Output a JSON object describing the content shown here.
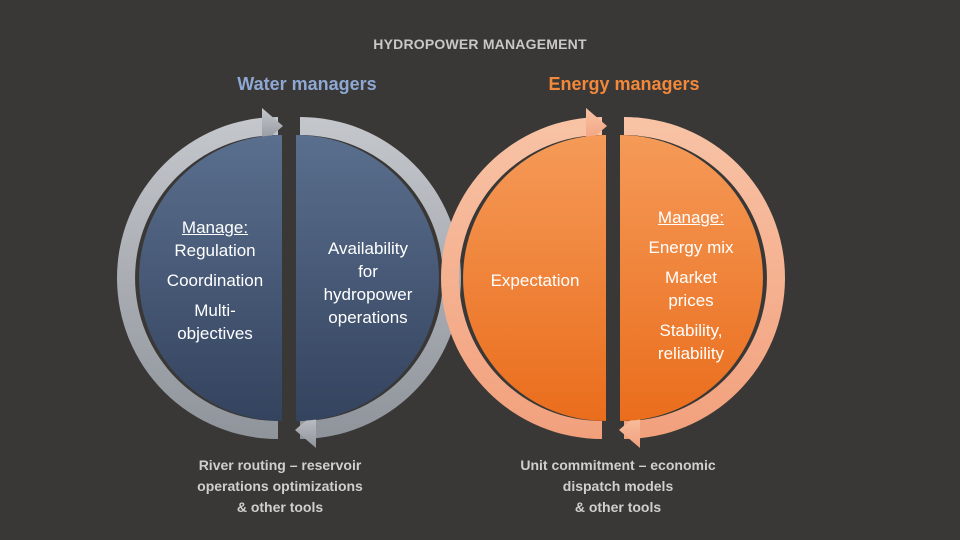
{
  "title": "HYDROPOWER MANAGEMENT",
  "water": {
    "heading": "Water managers",
    "left": {
      "manage_label": "Manage:",
      "items": [
        "Regulation",
        "Coordination",
        "Multi-",
        "objectives"
      ]
    },
    "right": {
      "lines": [
        "Availability",
        "for",
        "hydropower",
        "operations"
      ]
    },
    "caption": [
      "River routing – reservoir",
      "operations optimizations",
      "& other tools"
    ]
  },
  "energy": {
    "heading": "Energy managers",
    "left": {
      "lines": [
        "Expectation"
      ]
    },
    "right": {
      "manage_label": "Manage:",
      "items": [
        "Energy mix",
        "Market",
        "prices",
        "Stability,",
        "reliability"
      ]
    },
    "caption": [
      "Unit commitment – economic",
      "dispatch models",
      "& other tools"
    ]
  },
  "colors": {
    "background": "#3a3836",
    "water_fill_top": "#5a6f8e",
    "water_fill_bottom": "#34435e",
    "water_ring": "#a9adb3",
    "energy_fill_top": "#f59a58",
    "energy_fill_bottom": "#ea6d1c",
    "energy_ring": "#f7b596",
    "water_heading": "#8ea8d4",
    "energy_heading": "#f2883a"
  }
}
